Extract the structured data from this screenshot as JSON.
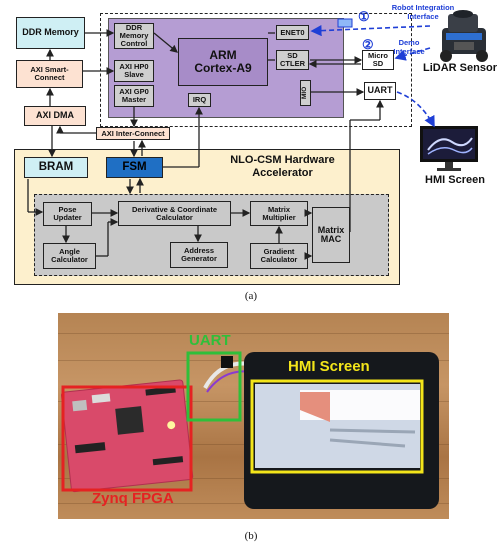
{
  "blocks": {
    "ddr_memory": "DDR Memory",
    "ddr_memory_control": "DDR Memory Control",
    "axi_smartconnect": "AXI Smart-Connect",
    "axi_hp0_slave": "AXI HP0 Slave",
    "axi_gp0_master": "AXI GP0 Master",
    "axi_dma": "AXI DMA",
    "axi_interconnect": "AXI Inter-Connect",
    "arm": "ARM",
    "arm_sub": "Cortex-A9",
    "irq": "IRQ",
    "enet0": "ENET0",
    "sd_ctler": "SD CTLER",
    "mio": "MIO",
    "micro_sd": "Micro SD",
    "uart": "UART",
    "bram": "BRAM",
    "fsm": "FSM",
    "accelerator": "NLO-CSM Hardware Accelerator",
    "pose_updater": "Pose Updater",
    "derivative_calc": "Derivative & Coordinate Calculator",
    "matrix_multiplier": "Matrix Multiplier",
    "matrix_mac": "Matrix MAC",
    "angle_calc": "Angle Calculator",
    "address_gen": "Address Generator",
    "gradient_calc": "Gradient Calculator"
  },
  "external": {
    "lidar": "LiDAR Sensor",
    "hmi": "HMI Screen",
    "num1": "①",
    "num2": "②",
    "robot_interface": "Robot Integration Interface",
    "demo_interface": "Demo Interface"
  },
  "captions": {
    "a": "(a)",
    "b": "(b)"
  },
  "photo": {
    "uart": "UART",
    "hmi": "HMI Screen",
    "fpga": "Zynq FPGA"
  },
  "colors": {
    "ps_purple": "#b59dd3",
    "pl_yellow": "#fdf0cd",
    "cyan": "#cfeff4",
    "salmon": "#fde2d2",
    "fsm_blue": "#1f6fc4",
    "block_gray": "#c9c9c9",
    "demo_blue": "#1f3fd6",
    "uart_green": "#2fbf3a",
    "hmi_yellow": "#f3e51a",
    "fpga_red": "#e52222"
  }
}
